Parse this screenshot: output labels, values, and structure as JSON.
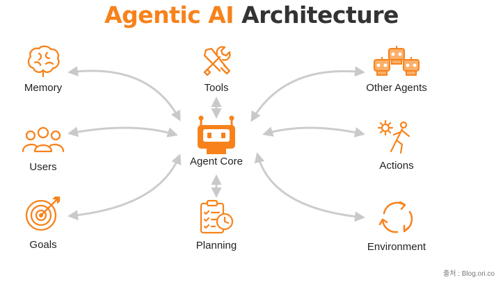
{
  "title": {
    "accent": "Agentic AI",
    "rest": "Architecture"
  },
  "colors": {
    "accent": "#f7821b",
    "arrow": "#cccccc",
    "text": "#222222"
  },
  "core": {
    "label": "Agent Core",
    "icon": "robot-icon"
  },
  "nodes": {
    "memory": {
      "label": "Memory",
      "icon": "brain-icon"
    },
    "tools": {
      "label": "Tools",
      "icon": "wrench-screwdriver-icon"
    },
    "other_agents": {
      "label": "Other Agents",
      "icon": "robots-group-icon"
    },
    "users": {
      "label": "Users",
      "icon": "users-group-icon"
    },
    "actions": {
      "label": "Actions",
      "icon": "running-person-gear-icon"
    },
    "goals": {
      "label": "Goals",
      "icon": "target-arrow-icon"
    },
    "planning": {
      "label": "Planning",
      "icon": "clipboard-clock-icon"
    },
    "environment": {
      "label": "Environment",
      "icon": "recycle-arrows-icon"
    }
  },
  "source": "출처 : Blog.ori.co"
}
